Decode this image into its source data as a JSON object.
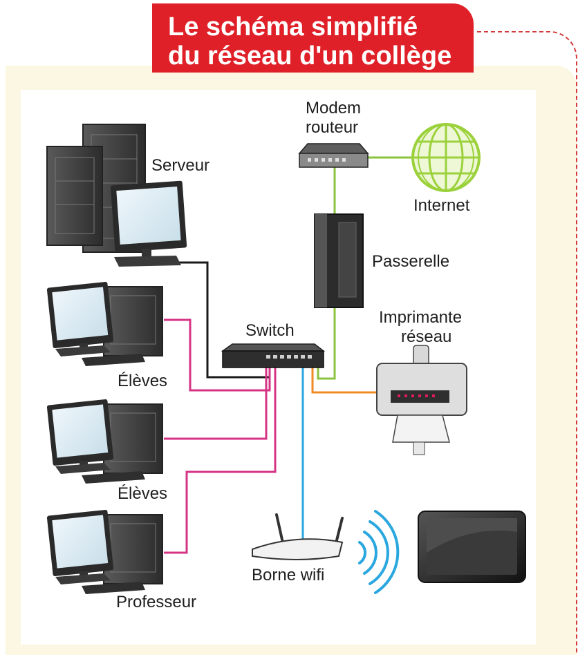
{
  "title": {
    "line1": "Le schéma simplifié",
    "line2": "du réseau d'un collège"
  },
  "nodes": {
    "server": "Serveur",
    "modem_line1": "Modem",
    "modem_line2": "routeur",
    "internet": "Internet",
    "gateway": "Passerelle",
    "switch": "Switch",
    "printer_line1": "Imprimante",
    "printer_line2": "réseau",
    "students1": "Élèves",
    "students2": "Élèves",
    "teacher": "Professeur",
    "wifi": "Borne wifi"
  },
  "colors": {
    "title_bg": "#e02028",
    "link_server": "#1a1a1a",
    "link_students": "#d63384",
    "link_gateway": "#8ac43f",
    "link_printer": "#f08a24",
    "link_wifi": "#2aa7df",
    "globe": "#9bd13b"
  }
}
